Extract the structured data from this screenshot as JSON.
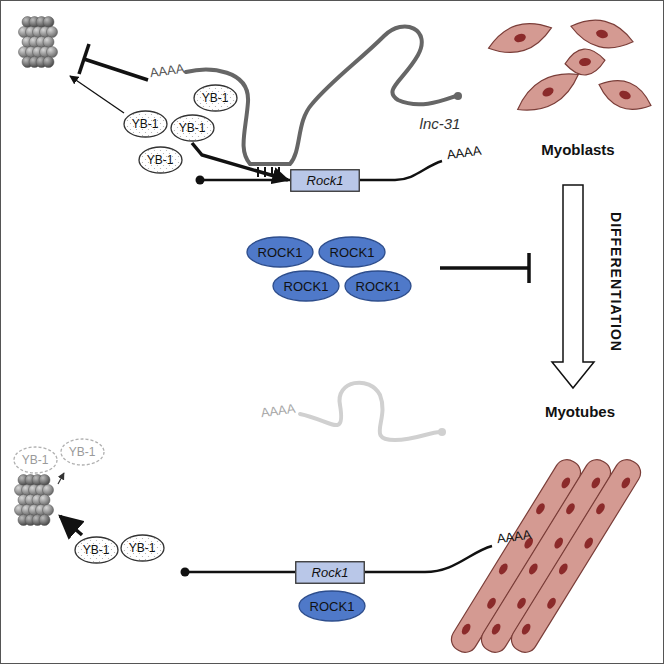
{
  "diagram": {
    "nodes": [
      {
        "text": [
          "YB-1"
        ]
      },
      {
        "text": [
          "YB-1"
        ]
      },
      {
        "text": [
          "YB-1"
        ]
      },
      {
        "text": [
          "YB-1"
        ]
      },
      {
        "text": [
          "Rock1"
        ]
      },
      {
        "text": [
          "ROCK1"
        ]
      },
      {
        "text": [
          "ROCK1"
        ]
      },
      {
        "text": [
          "ROCK1"
        ]
      },
      {
        "text": [
          "ROCK1"
        ]
      },
      {
        "text": [
          "YB-1"
        ]
      },
      {
        "text": [
          "YB-1"
        ]
      },
      {
        "text": [
          "YB-1"
        ]
      },
      {
        "text": [
          "YB-1"
        ]
      },
      {
        "text": [
          "Rock1"
        ]
      },
      {
        "text": [
          "ROCK1"
        ]
      }
    ],
    "edges": [
      {
        "from": 2,
        "to": 4,
        "arrow": "to"
      }
    ],
    "labels": [
      "AAAA",
      "lnc-31",
      "AAAA",
      "Myoblasts",
      "DIFFERENTIATION",
      "Myotubes",
      "AAAA",
      "AAAA"
    ]
  }
}
